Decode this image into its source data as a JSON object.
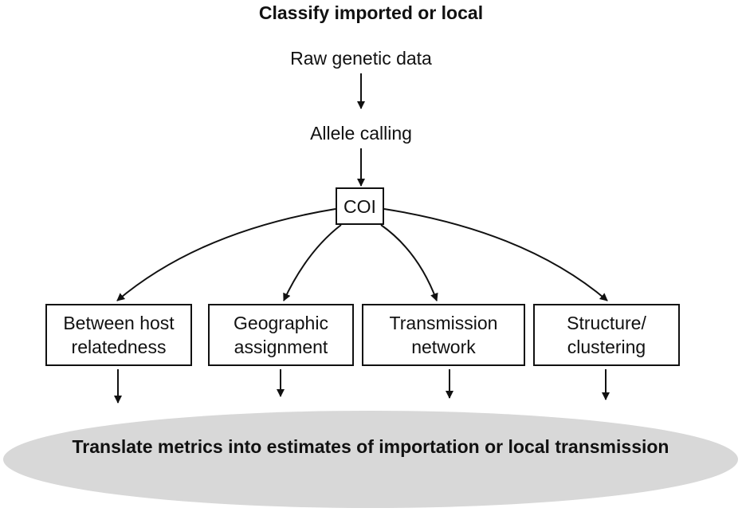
{
  "title": "Classify imported or local",
  "steps": {
    "raw": "Raw genetic data",
    "allele": "Allele calling",
    "coi": "COI"
  },
  "methods": [
    {
      "line1": "Between host",
      "line2": "relatedness"
    },
    {
      "line1": "Geographic",
      "line2": "assignment"
    },
    {
      "line1": "Transmission",
      "line2": "network"
    },
    {
      "line1": "Structure/",
      "line2": "clustering"
    }
  ],
  "outcome": "Translate metrics into estimates of importation or local transmission"
}
